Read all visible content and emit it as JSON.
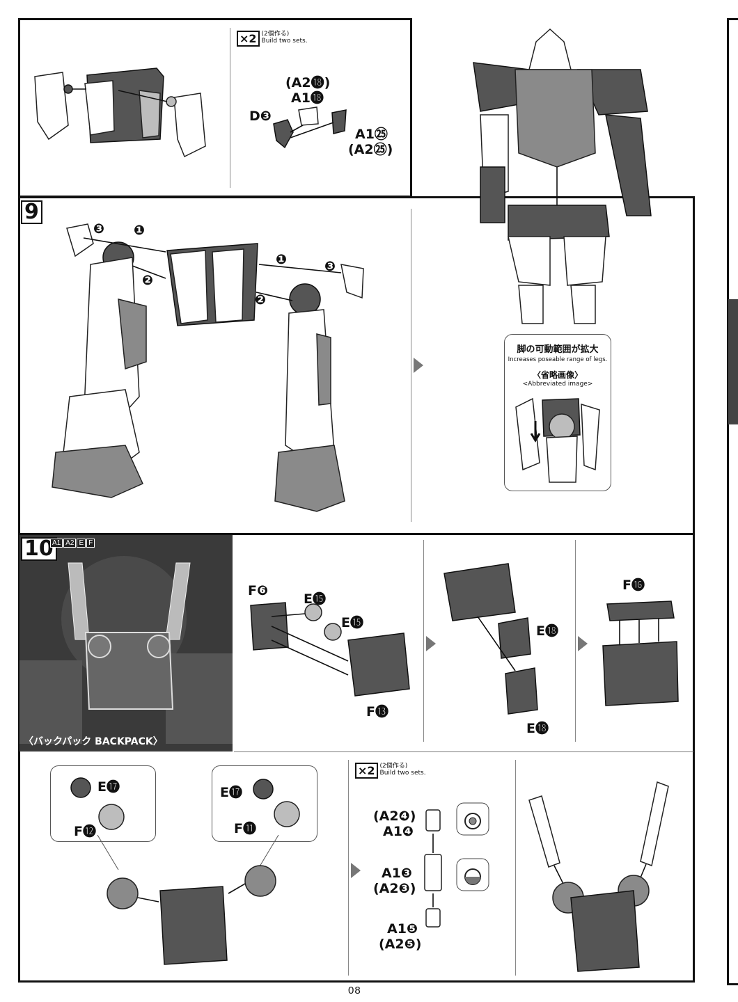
{
  "page_number": "08",
  "panel_top": {
    "two_sets": {
      "badge": "×2",
      "ja": "(2個作る)",
      "en": "Build two sets."
    },
    "labels": [
      "(A2⓲)",
      "A1⓲",
      "D❸",
      "A1㉕",
      "(A2㉕)"
    ]
  },
  "step9": {
    "number": "9",
    "callouts": [
      "❸",
      "❶",
      "❷",
      "❶",
      "❸",
      "❷"
    ],
    "note": {
      "title": "脚の可動範囲が拡大",
      "subtitle_en": "Increases poseable range of legs.",
      "abbr_ja": "〈省略画像〉",
      "abbr_en": "<Abbreviated image>"
    }
  },
  "step10": {
    "number": "10",
    "runners": [
      "A1",
      "A2",
      "E",
      "F"
    ],
    "photo_caption": "〈バックパック BACKPACK〉",
    "sub1_labels": [
      "F❻",
      "E⓯",
      "E⓯",
      "F⓭"
    ],
    "sub2_labels": [
      "E⓲",
      "E⓲"
    ],
    "sub3_labels": [
      "F⓰"
    ],
    "bubble_left": [
      "E⓱",
      "F⓬"
    ],
    "bubble_right": [
      "E⓱",
      "F⓫"
    ],
    "two_sets": {
      "badge": "×2",
      "ja": "(2個作る)",
      "en": "Build two sets."
    },
    "barrel_labels": [
      "(A2❹)",
      "A1❹",
      "A1❸",
      "(A2❸)",
      "A1❺",
      "(A2❺)"
    ]
  }
}
